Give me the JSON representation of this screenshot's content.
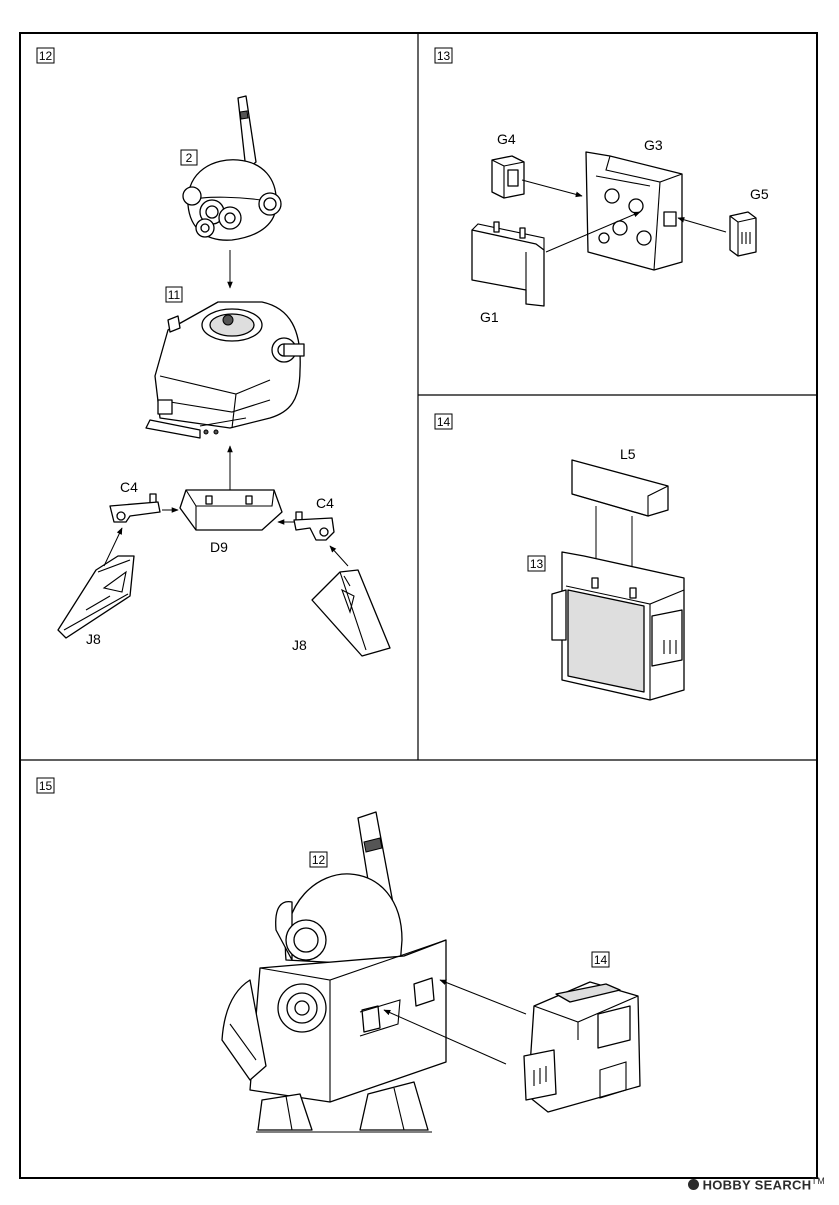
{
  "steps": {
    "s12": "12",
    "s13": "13",
    "s14": "14",
    "s15": "15"
  },
  "step12": {
    "ref_head": "2",
    "ref_body": "11",
    "parts": {
      "c4_left": "C4",
      "c4_right": "C4",
      "d9": "D9",
      "j8_left": "J8",
      "j8_right": "J8"
    }
  },
  "step13": {
    "parts": {
      "g4": "G4",
      "g3": "G3",
      "g5": "G5",
      "g1": "G1"
    }
  },
  "step14": {
    "part_l5": "L5",
    "ref_unit": "13"
  },
  "step15": {
    "ref_body": "12",
    "ref_pack": "14"
  },
  "watermark": {
    "brand": "HOBBY SEARCH",
    "tm": "TM"
  }
}
